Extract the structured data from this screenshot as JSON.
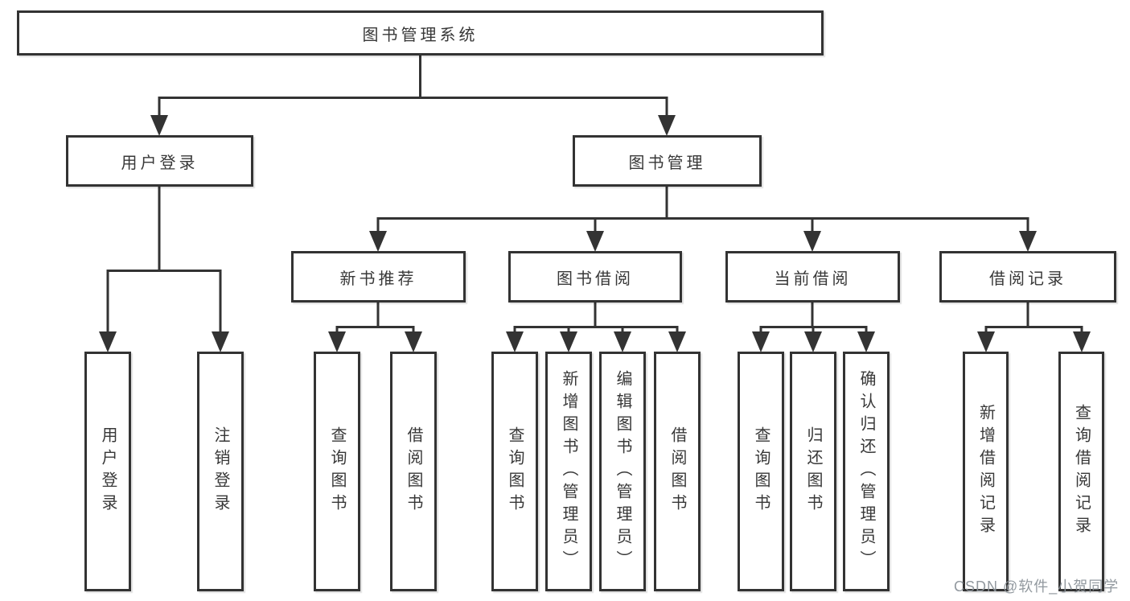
{
  "diagram": {
    "root": {
      "label": "图书管理系统"
    },
    "branches": [
      {
        "label": "用户登录",
        "children": [
          {
            "label": "用户登录"
          },
          {
            "label": "注销登录"
          }
        ]
      },
      {
        "label": "图书管理",
        "children": [
          {
            "label": "新书推荐",
            "children": [
              {
                "label": "查询图书"
              },
              {
                "label": "借阅图书"
              }
            ]
          },
          {
            "label": "图书借阅",
            "children": [
              {
                "label": "查询图书"
              },
              {
                "label": "新增图书（管理员）"
              },
              {
                "label": "编辑图书（管理员）"
              },
              {
                "label": "借阅图书"
              }
            ]
          },
          {
            "label": "当前借阅",
            "children": [
              {
                "label": "查询图书"
              },
              {
                "label": "归还图书"
              },
              {
                "label": "确认归还（管理员）"
              }
            ]
          },
          {
            "label": "借阅记录",
            "children": [
              {
                "label": "新增借阅记录"
              },
              {
                "label": "查询借阅记录"
              }
            ]
          }
        ]
      }
    ]
  },
  "watermark": {
    "text": "CSDN @软件_小贺同学"
  },
  "colors": {
    "line": "#333333",
    "box_border": "#333333",
    "text": "#383838",
    "watermark": "#8c949a",
    "background": "#ffffff"
  }
}
